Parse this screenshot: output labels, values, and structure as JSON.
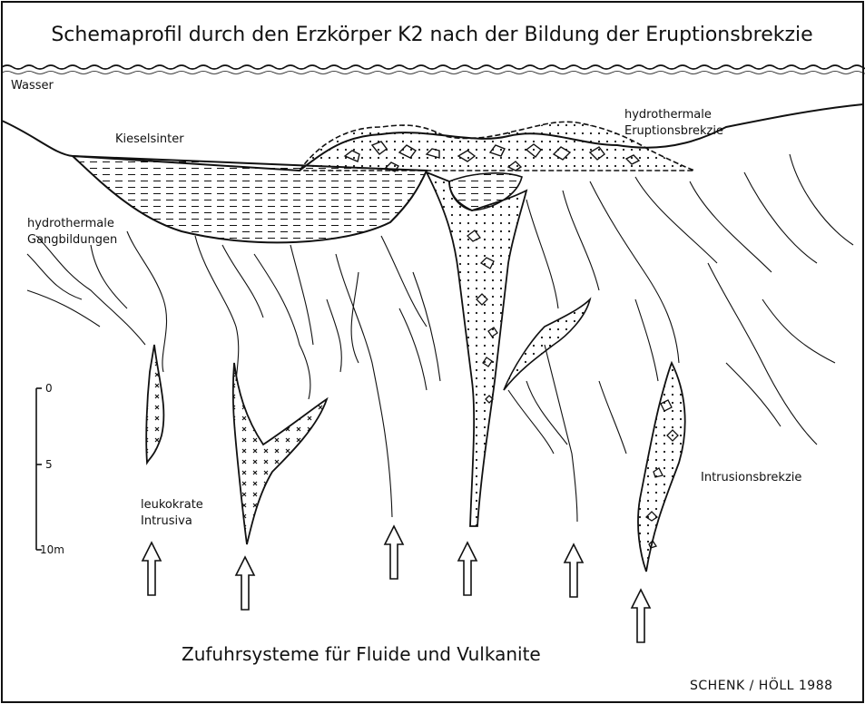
{
  "title": "Schemaprofil durch den Erzkörper K2  nach der Bildung der Eruptionsbrekzie",
  "labels": {
    "water": "Wasser",
    "sinter": "Kieselsinter",
    "eruption_1": "hydrothermale",
    "eruption_2": "Eruptionsbrekzie",
    "veins_1": "hydrothermale",
    "veins_2": "Gangbildungen",
    "leuko_1": "leukokrate",
    "leuko_2": "Intrusiva",
    "intrusion": "Intrusionsbrekzie"
  },
  "scale": {
    "t0": "0",
    "t5": "5",
    "t10": "10m"
  },
  "footer": "Zufuhrsysteme für Fluide und Vulkanite",
  "credit": "SCHENK / HÖLL  1988",
  "arrow_count": 6
}
